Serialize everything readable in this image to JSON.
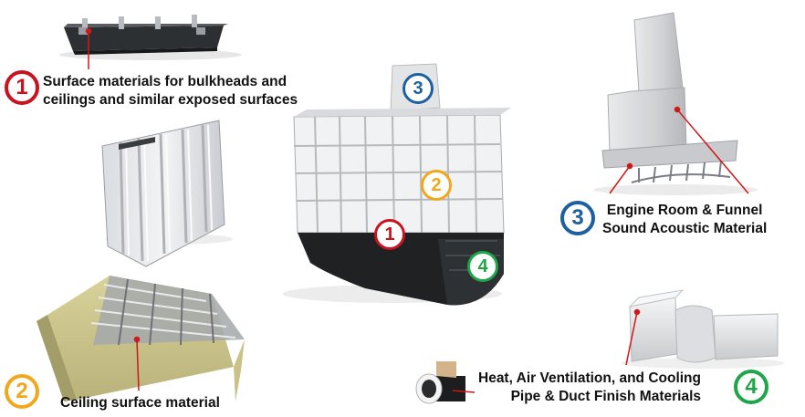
{
  "labels": {
    "bulkheads": [
      "Surface materials for bulkheads and",
      "ceilings and similar exposed surfaces"
    ],
    "ceiling": "Ceiling surface material",
    "engine": [
      "Engine Room & Funnel",
      "Sound Acoustic Material"
    ],
    "hvac": [
      "Heat, Air Ventilation, and Cooling",
      "Pipe & Duct Finish Materials"
    ]
  },
  "badges": {
    "one": "1",
    "two": "2",
    "three": "3",
    "four": "4"
  },
  "colors": {
    "one": "#c8141e",
    "two": "#f2a81c",
    "three": "#1d5fa0",
    "four": "#1fa54a",
    "leader": "#d01818"
  },
  "icons": {
    "ceiling_panel": "ceiling-panel-illustration",
    "bulkhead": "bulkhead-panel-illustration",
    "ship": "ship-cutaway-illustration",
    "ceiling_frame": "ceiling-frame-illustration",
    "funnel": "engine-funnel-illustration",
    "duct": "duct-illustration",
    "pipe": "insulated-pipe-illustration"
  }
}
